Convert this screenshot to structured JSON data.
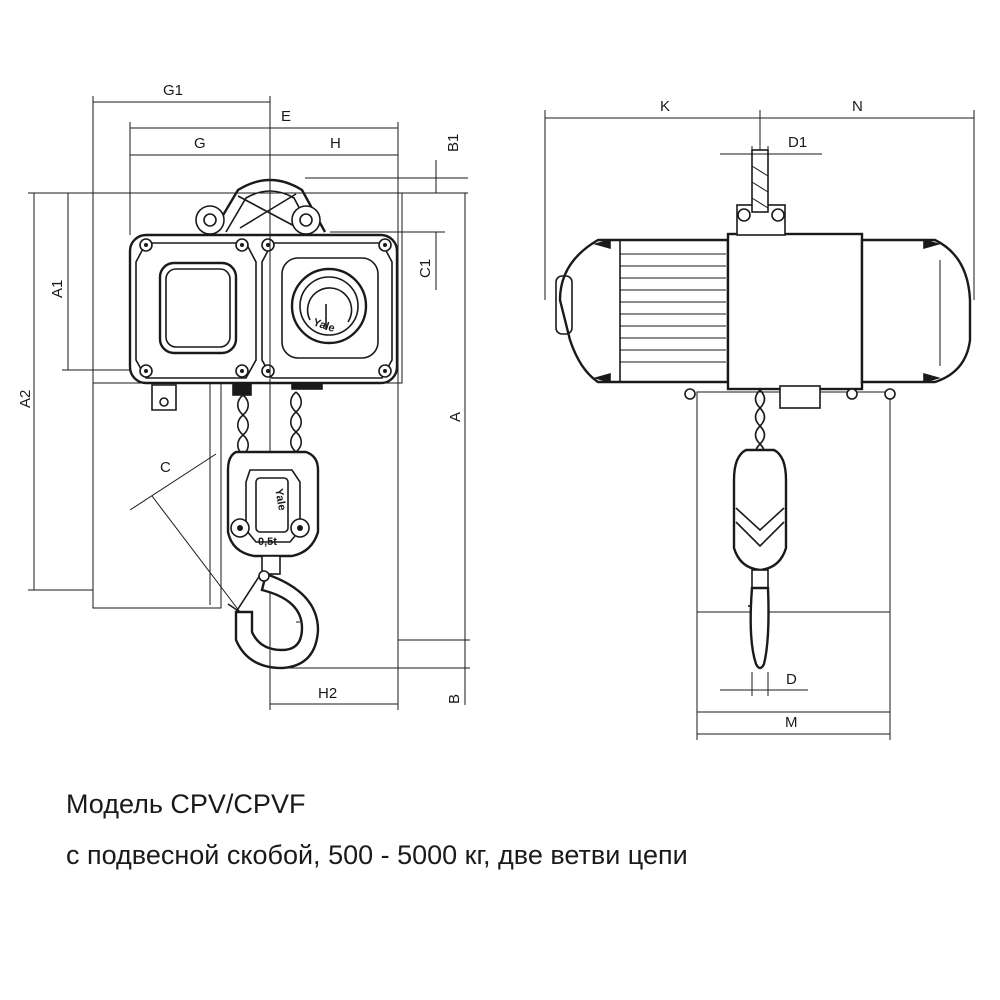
{
  "dimensions": {
    "G1": "G1",
    "E": "E",
    "G": "G",
    "H": "H",
    "B1": "B1",
    "C1": "C1",
    "A1": "A1",
    "A2": "A2",
    "A": "A",
    "C": "C",
    "H2": "H2",
    "B": "B",
    "K": "K",
    "N": "N",
    "D1": "D1",
    "D": "D",
    "M": "M"
  },
  "logo": {
    "motor": "Yale",
    "hook_block": "Yale",
    "capacity": "0,5t"
  },
  "caption": {
    "line1": "Модель CPV/CPVF",
    "line2": "с подвесной скобой, 500 - 5000 кг, две ветви цепи"
  }
}
